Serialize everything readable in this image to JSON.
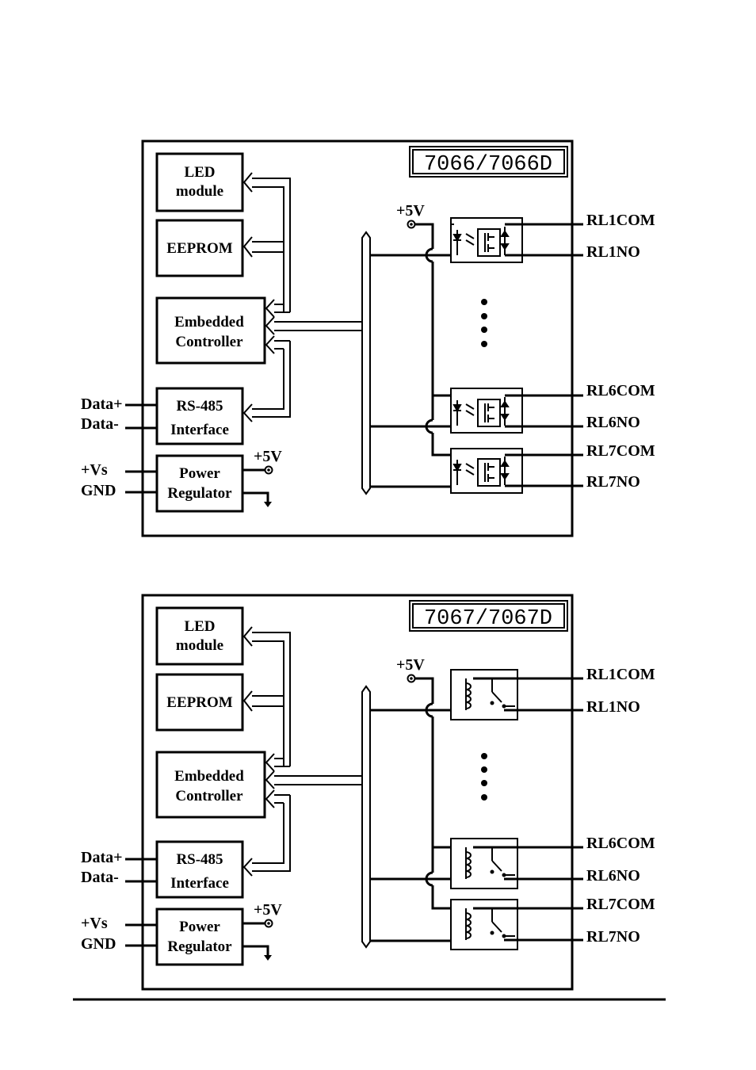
{
  "diagrams": [
    {
      "title": "7066/7066D",
      "blocks": {
        "led_line1": "LED",
        "led_line2": "module",
        "eeprom": "EEPROM",
        "controller_line1": "Embedded",
        "controller_line2": "Controller",
        "rs485_line1": "RS-485",
        "rs485_line2": "Interface",
        "power_line1": "Power",
        "power_line2": "Regulator"
      },
      "left_pins": [
        "Data+",
        "Data-",
        "+Vs",
        "GND"
      ],
      "supply_labels": [
        "+5V",
        "+5V"
      ],
      "relay_type": "photomos",
      "outputs": [
        "RL1COM",
        "RL1NO",
        "RL6COM",
        "RL6NO",
        "RL7COM",
        "RL7NO"
      ]
    },
    {
      "title": "7067/7067D",
      "blocks": {
        "led_line1": "LED",
        "led_line2": "module",
        "eeprom": "EEPROM",
        "controller_line1": "Embedded",
        "controller_line2": "Controller",
        "rs485_line1": "RS-485",
        "rs485_line2": "Interface",
        "power_line1": "Power",
        "power_line2": "Regulator"
      },
      "left_pins": [
        "Data+",
        "Data-",
        "+Vs",
        "GND"
      ],
      "supply_labels": [
        "+5V",
        "+5V"
      ],
      "relay_type": "electromechanical",
      "outputs": [
        "RL1COM",
        "RL1NO",
        "RL6COM",
        "RL6NO",
        "RL7COM",
        "RL7NO"
      ]
    }
  ]
}
